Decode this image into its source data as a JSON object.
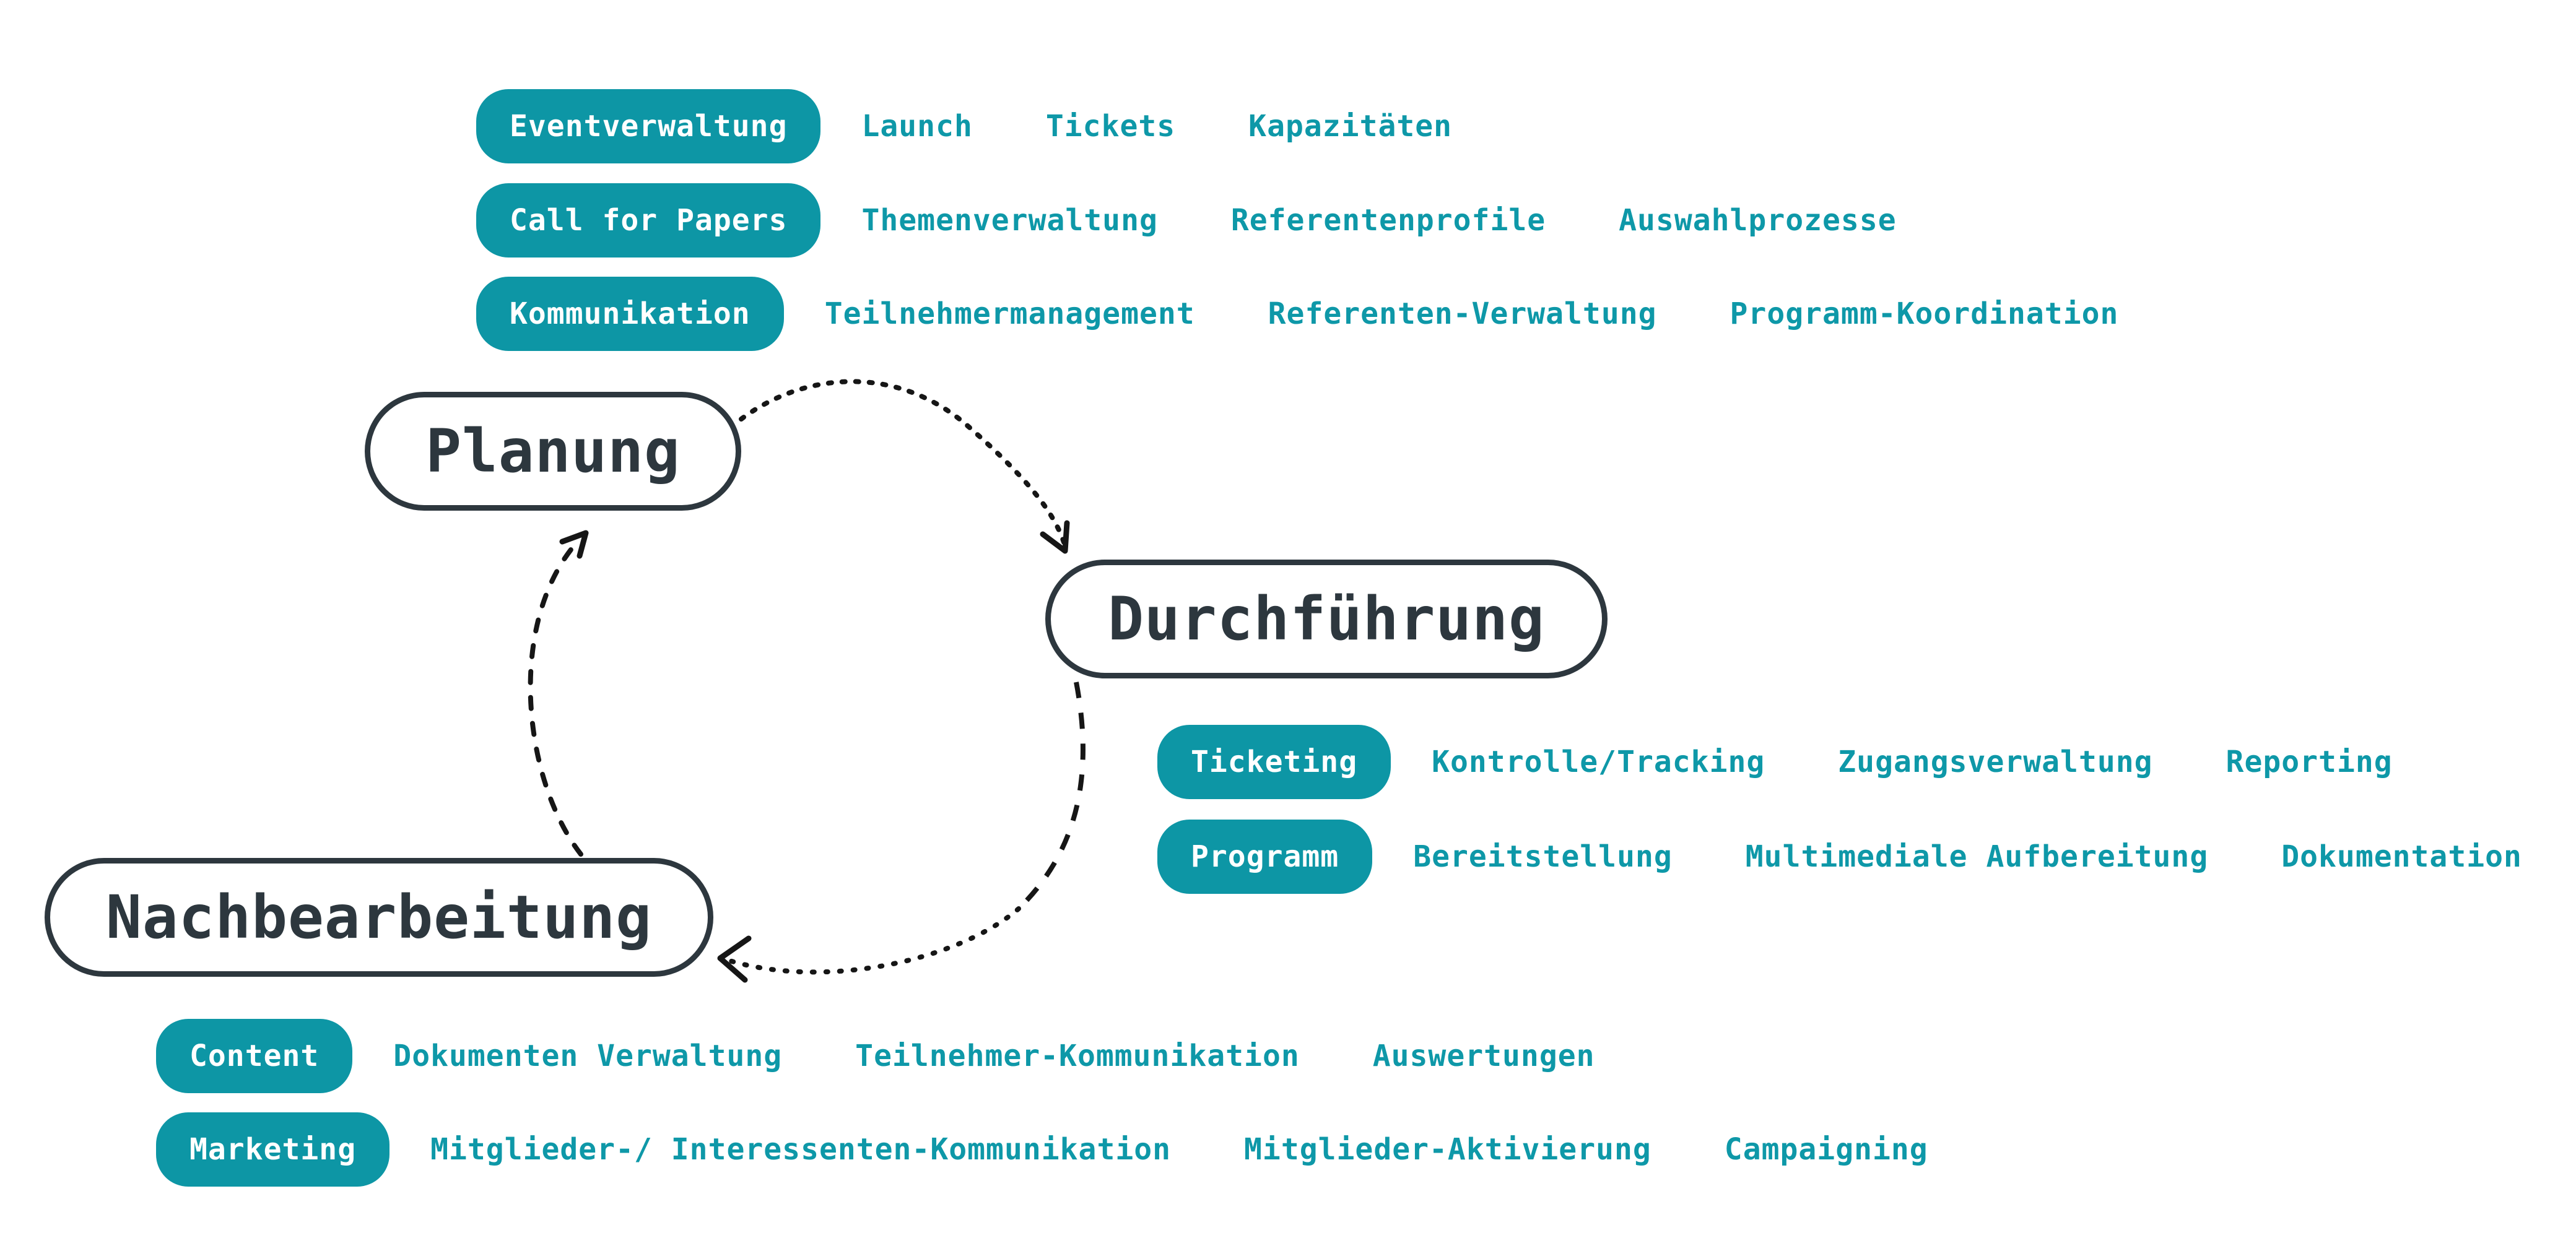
{
  "colors": {
    "teal": "#0d96a5",
    "teal_text": "#0e98a8",
    "ink": "#2d373e",
    "arrow": "#161616",
    "pill_label": "#ffffff",
    "background": "#ffffff"
  },
  "phases": [
    {
      "label": "Planung",
      "groups": [
        {
          "pill": "Eventverwaltung",
          "items": [
            "Launch",
            "Tickets",
            "Kapazitäten"
          ]
        },
        {
          "pill": "Call for Papers",
          "items": [
            "Themenverwaltung",
            "Referentenprofile",
            "Auswahlprozesse"
          ]
        },
        {
          "pill": "Kommunikation",
          "items": [
            "Teilnehmermanagement",
            "Referenten-Verwaltung",
            "Programm-Koordination"
          ]
        }
      ]
    },
    {
      "label": "Durchführung",
      "groups": [
        {
          "pill": "Ticketing",
          "items": [
            "Kontrolle/Tracking",
            "Zugangsverwaltung",
            "Reporting"
          ]
        },
        {
          "pill": "Programm",
          "items": [
            "Bereitstellung",
            "Multimediale Aufbereitung",
            "Dokumentation"
          ]
        }
      ]
    },
    {
      "label": "Nachbearbeitung",
      "groups": [
        {
          "pill": "Content",
          "items": [
            "Dokumenten Verwaltung",
            "Teilnehmer-Kommunikation",
            "Auswertungen"
          ]
        },
        {
          "pill": "Marketing",
          "items": [
            "Mitglieder-/ Interessenten-Kommunikation",
            "Mitglieder-Aktivierung",
            "Campaigning"
          ]
        }
      ]
    }
  ],
  "flow": [
    {
      "from": "Planung",
      "to": "Durchführung"
    },
    {
      "from": "Durchführung",
      "to": "Nachbearbeitung"
    },
    {
      "from": "Nachbearbeitung",
      "to": "Planung"
    }
  ]
}
